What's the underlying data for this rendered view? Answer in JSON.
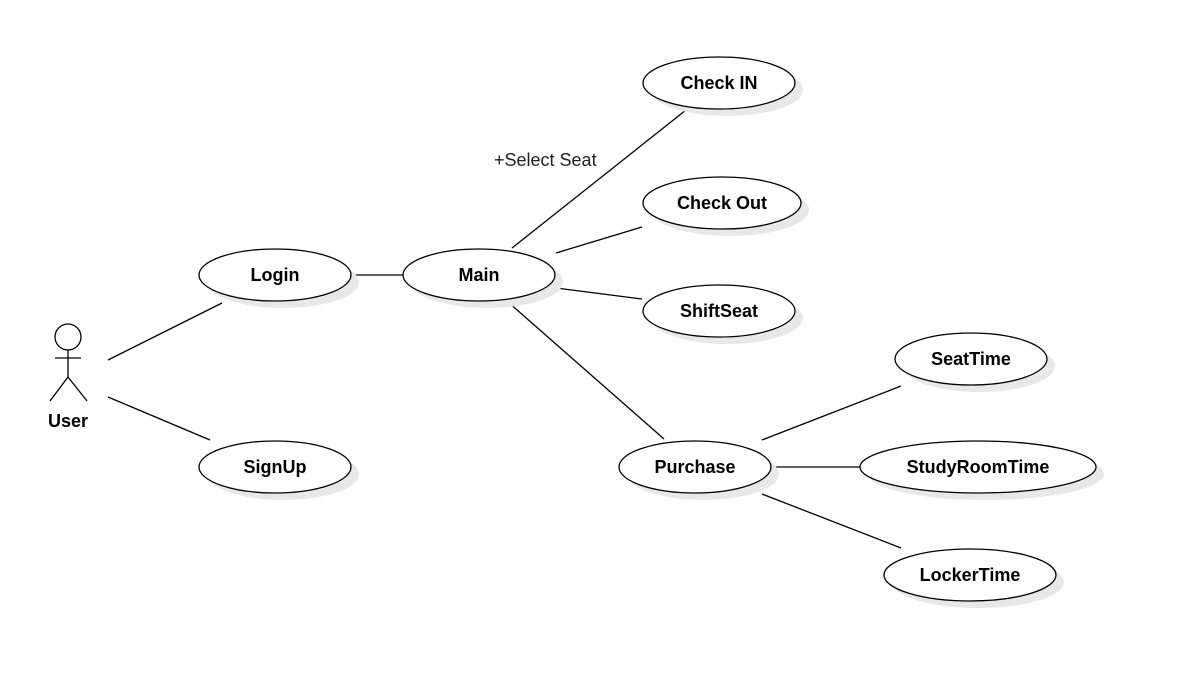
{
  "actor": {
    "label": "User"
  },
  "use_cases": {
    "login": "Login",
    "signup": "SignUp",
    "main": "Main",
    "check_in": "Check IN",
    "check_out": "Check Out",
    "shift_seat": "ShiftSeat",
    "purchase": "Purchase",
    "seat_time": "SeatTime",
    "study_room_time": "StudyRoomTime",
    "locker_time": "LockerTime"
  },
  "edge_labels": {
    "main_to_check_in": "+Select Seat"
  }
}
